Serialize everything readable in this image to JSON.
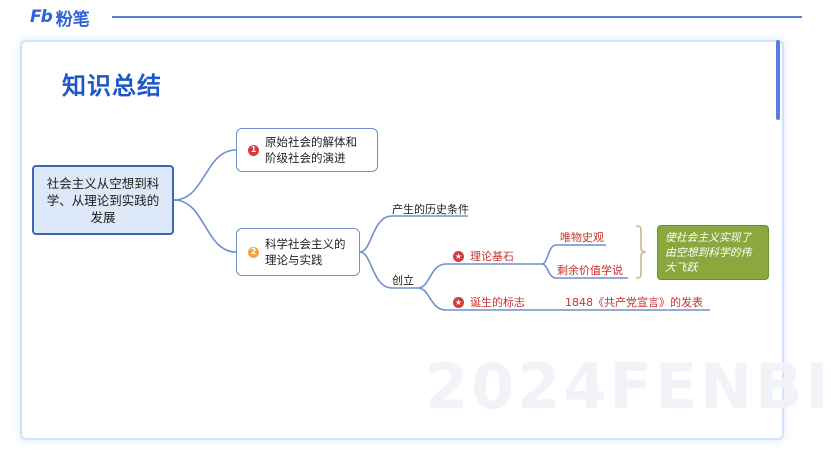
{
  "brand": {
    "mark": "Fb",
    "name": "粉笔"
  },
  "title": "知识总结",
  "watermark": "2024FENBI",
  "colors": {
    "accent": "#1f56c9",
    "root_fill": "#dde8f8",
    "red": "#c9312f",
    "green": "#8aa83e",
    "line": "#6f8fd0"
  },
  "diagram": {
    "root": "社会主义从空想到科学、从理论到实践的发展",
    "branch1": {
      "badge": "1",
      "text": "原始社会的解体和阶级社会的演进"
    },
    "branch2": {
      "badge": "2",
      "text": "科学社会主义的理论与实践"
    },
    "historical_conditions": "产生的历史条件",
    "founding": "创立",
    "theory_basis": "理论基石",
    "materialism": "唯物史观",
    "surplus_value": "剩余价值学说",
    "birth_mark": "诞生的标志",
    "manifesto": "1848《共产党宣言》的发表",
    "conclusion": "使社会主义实现了由空想到科学的伟大飞跃"
  }
}
